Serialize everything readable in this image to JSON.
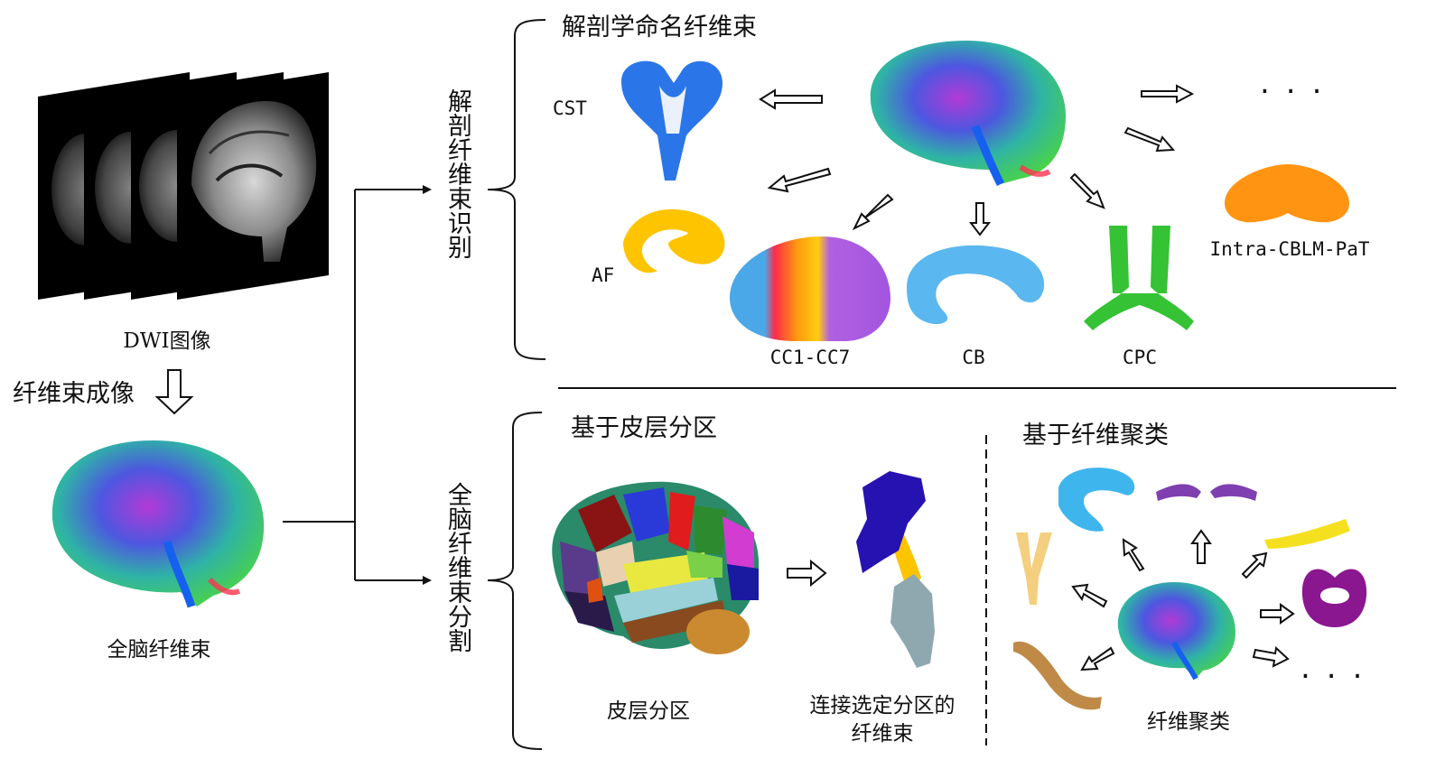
{
  "left": {
    "dwi_label": "DWI图像",
    "tractography_step": "纤维束成像",
    "whole_brain_label": "全脑纤维束"
  },
  "branches": {
    "top_vertical": "解剖纤维束识别",
    "bottom_vertical": "全脑纤维束分割"
  },
  "top_section": {
    "title": "解剖学命名纤维束",
    "tracts": [
      "CST",
      "AF",
      "CC1-CC7",
      "CB",
      "CPC",
      "Intra-CBLM-PaT"
    ],
    "ellipsis": "..."
  },
  "bottom_left": {
    "title": "基于皮层分区",
    "parcellation_label": "皮层分区",
    "connection_label_line1": "连接选定分区的",
    "connection_label_line2": "纤维束"
  },
  "bottom_right": {
    "title": "基于纤维聚类",
    "cluster_label": "纤维聚类",
    "ellipsis": "..."
  },
  "colors": {
    "cst": "#1f6fe8",
    "af": "#ffc400",
    "cb": "#5bb7ef",
    "cpc": "#35c235",
    "cblm": "#ff9412",
    "purple": "#7f3fb0",
    "cluster_cyan": "#3fb5ee",
    "cluster_yellow": "#f5e020",
    "cluster_magenta": "#8a1690",
    "cluster_beige": "#f3cf7f",
    "cluster_brown": "#bf8a48"
  }
}
